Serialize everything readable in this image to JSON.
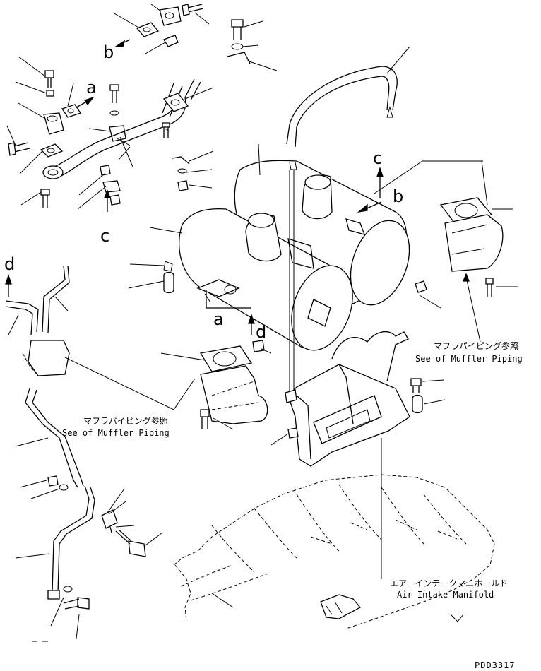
{
  "callouts": {
    "a": "a",
    "b": "b",
    "c": "c",
    "d": "d"
  },
  "notes": {
    "muffler_ref_jp": "マフラパイピング参照",
    "muffler_ref_en": "See of Muffler Piping",
    "manifold_jp": "エアーインテークマニホールド",
    "manifold_en": "Air Intake Manifold"
  },
  "drawing_code": "PDD3317"
}
